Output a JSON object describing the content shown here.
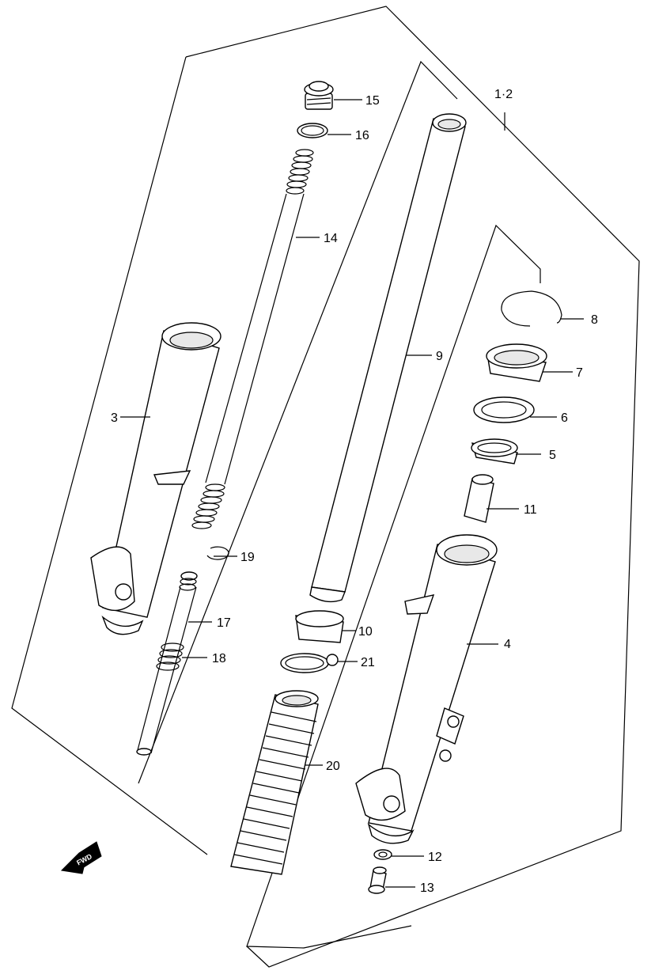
{
  "callouts": {
    "c1_2": "1·2",
    "c3": "3",
    "c4": "4",
    "c5": "5",
    "c6": "6",
    "c7": "7",
    "c8": "8",
    "c9": "9",
    "c10": "10",
    "c11": "11",
    "c12": "12",
    "c13": "13",
    "c14": "14",
    "c15": "15",
    "c16": "16",
    "c17": "17",
    "c18": "18",
    "c19": "19",
    "c20": "20",
    "c21": "21"
  },
  "badge": {
    "fwd": "FWD"
  }
}
